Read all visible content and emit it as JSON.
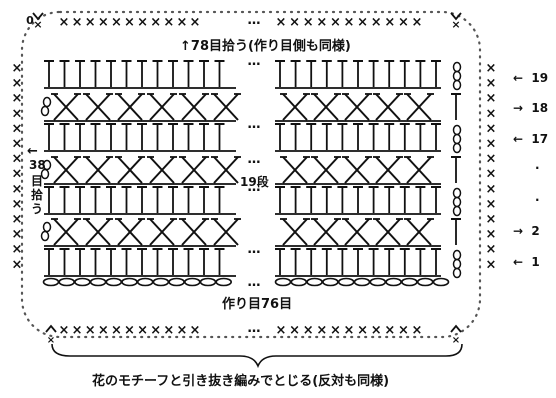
{
  "top_pickup_label": "↑78目拾う(作り目側も同様)",
  "side_pickup_label": [
    "38",
    "目",
    "拾",
    "う"
  ],
  "side_pickup_arrow": "←",
  "center_label": "19段",
  "foundation_label": "作り目76目",
  "bottom_caption": "花のモチーフと引き抜き編みでとじる(反対も同様)",
  "ellipsis": "…",
  "row_markers": [
    {
      "arrow": "←",
      "label": "19"
    },
    {
      "arrow": "→",
      "label": "18"
    },
    {
      "arrow": "←",
      "label": "17"
    },
    {
      "arrow": "",
      "label": "."
    },
    {
      "arrow": "",
      "label": "."
    },
    {
      "arrow": "→",
      "label": "2"
    },
    {
      "arrow": "←",
      "label": "1"
    }
  ],
  "symbols": {
    "single_crochet": "×",
    "double_crochet": "T",
    "chain": "○",
    "slip_start": "^"
  },
  "colors": {
    "ink": "#111111",
    "border_dots": "#555555"
  }
}
